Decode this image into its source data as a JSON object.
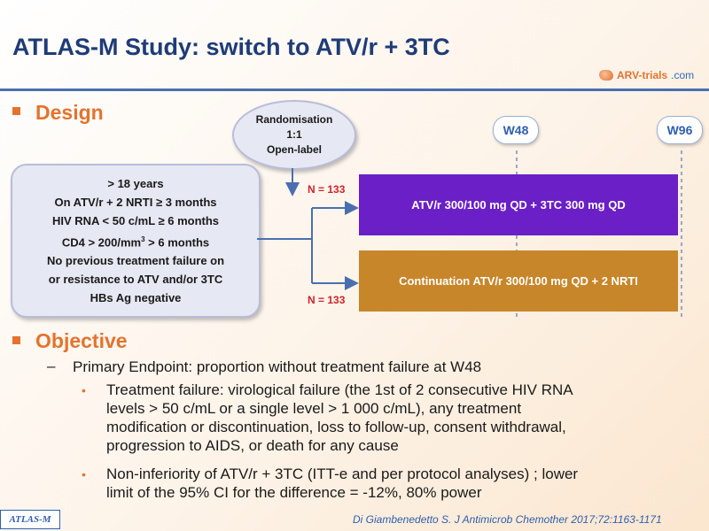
{
  "title": "ATLAS-M Study: switch to ATV/r + 3TC",
  "logo": {
    "brand": "ARV-trials",
    "suffix": ".com"
  },
  "design_heading": "Design",
  "randomisation": {
    "line1": "Randomisation",
    "line2": "1:1",
    "line3": "Open-label"
  },
  "criteria": {
    "line1": "> 18 years",
    "line2": "On ATV/r +  2 NRTI ≥ 3 months",
    "line3": "HIV RNA < 50 c/mL ≥ 6 months",
    "line4_pre": "CD4 > 200/mm",
    "line4_sup": "3",
    "line4_post": " > 6 months",
    "line5": "No previous treatment failure on",
    "line6": "or resistance to ATV and/or 3TC",
    "line7": "HBs Ag negative"
  },
  "timepoints": {
    "w48": "W48",
    "w96": "W96"
  },
  "arms": {
    "arm1_label": "ATV/r 300/100 mg QD + 3TC 300 mg QD",
    "arm1_n": "N = 133",
    "arm2_label": "Continuation  ATV/r 300/100 mg QD + 2 NRTI",
    "arm2_n": "N = 133"
  },
  "objective_heading": "Objective",
  "objective": {
    "primary": "Primary Endpoint: proportion without treatment failure at W48",
    "failure_l1": "Treatment failure: virological failure (the 1st of 2 consecutive HIV RNA",
    "failure_l2": "levels > 50 c/mL or a single level > 1 000 c/mL), any treatment",
    "failure_l3": "modification or discontinuation, loss to follow-up, consent withdrawal,",
    "failure_l4": "progression to AIDS, or death for any cause",
    "noninf_l1": "Non-inferiority of ATV/r  + 3TC (ITT-e and per protocol analyses) ; lower",
    "noninf_l2": "limit of the 95% CI for the difference = -12%, 80% power"
  },
  "footer": {
    "badge": "ATLAS-M",
    "citation": "Di Giambenedetto S. J Antimicrob Chemother 2017;72:1163-1171"
  }
}
